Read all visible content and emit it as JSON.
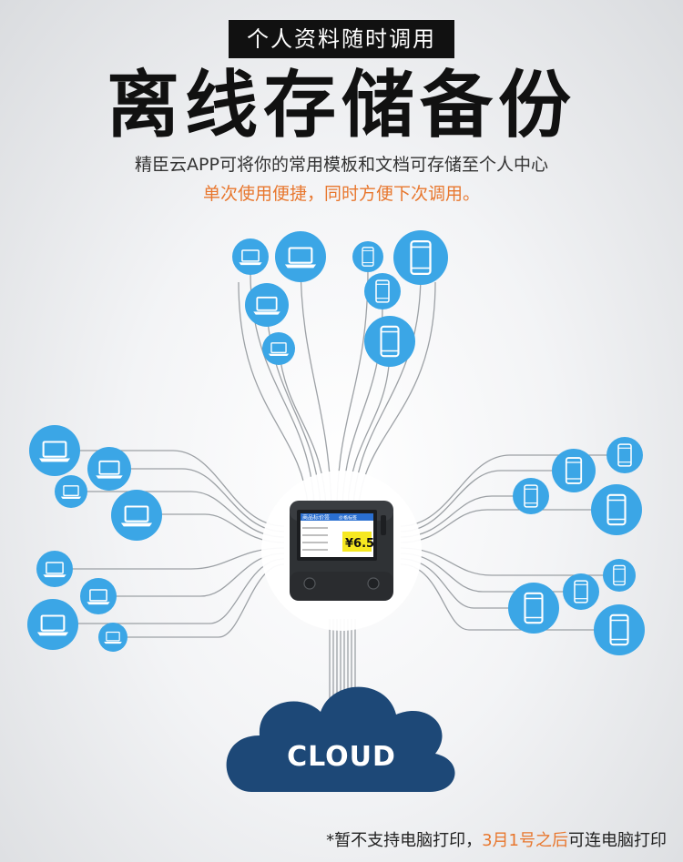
{
  "header": {
    "tag": "个人资料随时调用",
    "title": "离线存储备份",
    "desc_line1": "精臣云APP可将你的常用模板和文档可存储至个人中心",
    "desc_line2": "单次使用便捷，同时方便下次调用。"
  },
  "device": {
    "screen_title": "商品标价签",
    "screen_tag": "价格标签",
    "price": "¥6.5"
  },
  "cloud": {
    "label": "CLOUD"
  },
  "footnote": {
    "part1": "*暂不支持电脑打印，",
    "part2": "3月1号之后",
    "part3": "可连电脑打印"
  },
  "colors": {
    "node_blue": "#3ba6e6",
    "cloud_navy": "#1d4877",
    "accent_orange": "#e8772e"
  }
}
